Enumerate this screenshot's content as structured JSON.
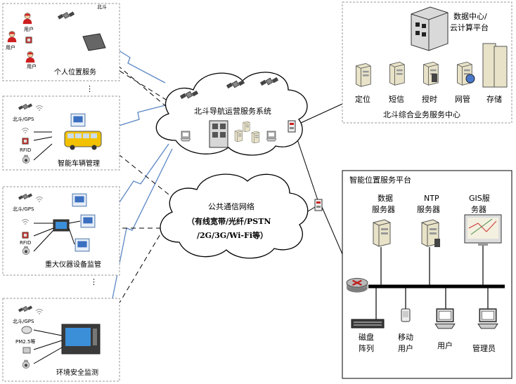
{
  "panels": {
    "personal": {
      "title": "个人位置服务",
      "satellite": "北斗",
      "user1": "用户",
      "user2": "用户",
      "user3": "用户"
    },
    "vehicle": {
      "title": "智能车辆管理",
      "gps": "北斗/GPS",
      "rfid": "RFID"
    },
    "equipment": {
      "title": "重大仪器设备监管",
      "gps": "北斗/GPS",
      "rfid": "RFID"
    },
    "environment": {
      "title": "环境安全监测",
      "gps": "北斗/GPS",
      "pm": "PM2.5等"
    }
  },
  "clouds": {
    "beidou": "北斗导航运营服务系统",
    "network_l1": "公共通信网络",
    "network_l2": "（有线宽带/光纤/PSTN",
    "network_l3": "/2G/3G/Wi-Fi等）"
  },
  "service_center": {
    "dc_l1": "数据中心/",
    "dc_l2": "云计算平台",
    "items": [
      "定位",
      "短信",
      "授时",
      "网管",
      "存储"
    ],
    "title": "北斗综合业务服务中心"
  },
  "platform": {
    "title": "智能位置服务平台",
    "data_l1": "数据",
    "data_l2": "服务器",
    "ntp_l1": "NTP",
    "ntp_l2": "服务器",
    "gis_l1": "GIS服",
    "gis_l2": "务器",
    "disk_l1": "磁盘",
    "disk_l2": "阵列",
    "mobile_l1": "移动",
    "mobile_l2": "用户",
    "user": "用户",
    "admin": "管理员"
  },
  "colors": {
    "wireless": "#5b87c5",
    "user_red": "#cc1f1f",
    "bus": "#f2c200"
  }
}
